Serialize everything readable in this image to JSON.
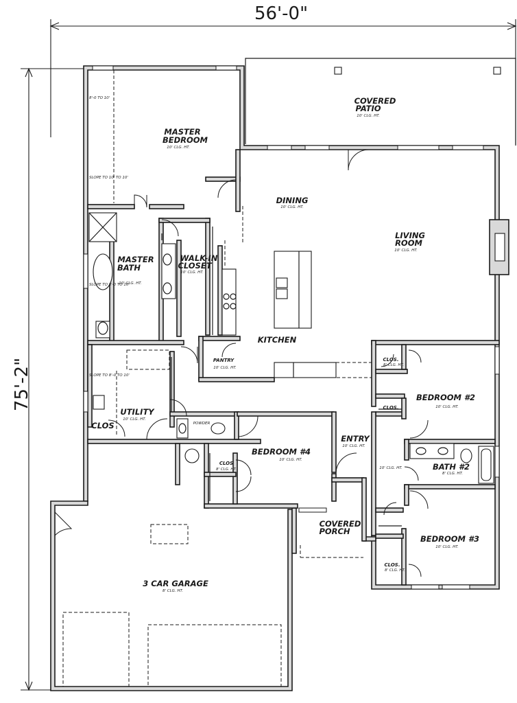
{
  "dimensions": {
    "width": "56'-0\"",
    "depth": "75'-2\""
  },
  "rooms": {
    "covered_patio": {
      "name1": "COVERED",
      "name2": "PATIO",
      "ceiling": "10' CLG. HT."
    },
    "master_bedroom": {
      "name1": "MASTER",
      "name2": "BEDROOM",
      "ceiling": "10' CLG. HT.",
      "note1": "8'-0 TO 10'",
      "note2": "SLOPE TO 10' TO 10'"
    },
    "dining": {
      "name": "DINING",
      "ceiling": "10' CLG. HT."
    },
    "living_room": {
      "name1": "LIVING",
      "name2": "ROOM",
      "ceiling": "10' CLG. HT."
    },
    "master_bath": {
      "name1": "MASTER",
      "name2": "BATH",
      "ceiling": "10' CLG. HT.",
      "note": "SLOPE TO 8'-0 TO 10'"
    },
    "walk_in_closet": {
      "name1": "WALK-IN",
      "name2": "CLOSET",
      "ceiling": "10' CLG. HT."
    },
    "kitchen": {
      "name": "KITCHEN"
    },
    "pantry": {
      "name": "PANTRY",
      "ceiling": "10' CLG. HT."
    },
    "utility": {
      "name": "UTILITY",
      "ceiling": "10' CLG. HT.",
      "note": "SLOPE TO 8'-0 TO 10'"
    },
    "clos_utility": {
      "name": "CLOS"
    },
    "powder": {
      "name": "POWDER"
    },
    "bedroom_2": {
      "name": "BEDROOM #2",
      "ceiling": "10' CLG. HT."
    },
    "clos_bed2a": {
      "name": "CLOS.",
      "ceiling": "8' CLG. HT."
    },
    "clos_bed2b": {
      "name": "CLOS."
    },
    "bedroom_4": {
      "name": "BEDROOM #4",
      "ceiling": "10' CLG. HT."
    },
    "clos_bed4": {
      "name": "CLOS",
      "ceiling": "8' CLG. HT."
    },
    "entry": {
      "name": "ENTRY",
      "ceiling": "10' CLG. HT."
    },
    "hall": {
      "ceiling": "10' CLG. HT."
    },
    "bath_2": {
      "name": "BATH #2",
      "ceiling": "8' CLG. HT."
    },
    "bedroom_3": {
      "name": "BEDROOM #3",
      "ceiling": "10' CLG. HT."
    },
    "clos_bed3": {
      "name": "CLOS.",
      "ceiling": "8' CLG. HT."
    },
    "covered_porch": {
      "name1": "COVERED",
      "name2": "PORCH"
    },
    "garage": {
      "name": "3 CAR GARAGE",
      "ceiling": "8' CLG. HT."
    }
  }
}
